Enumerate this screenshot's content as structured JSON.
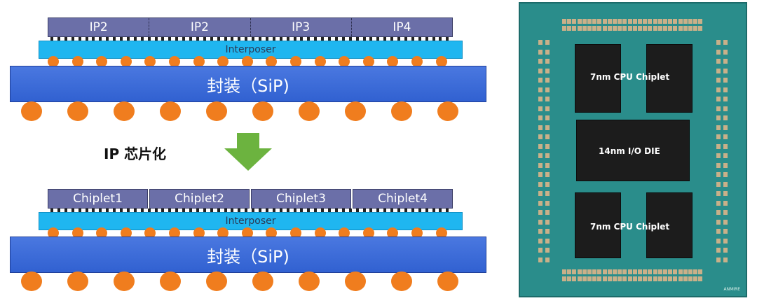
{
  "top_stack": {
    "ip_blocks": [
      "IP2",
      "IP2",
      "IP3",
      "IP4"
    ],
    "interposer_label": "Interposer",
    "package_label": "封装（SiP)"
  },
  "transformation": {
    "label": "IP 芯片化"
  },
  "bottom_stack": {
    "chiplets": [
      "Chiplet1",
      "Chiplet2",
      "Chiplet3",
      "Chiplet4"
    ],
    "interposer_label": "Interposer",
    "package_label": "封装（SiP)"
  },
  "chip_photo": {
    "die_labels": {
      "top_cpu": "7nm CPU Chiplet",
      "io_die": "14nm I/O DIE",
      "bottom_cpu": "7nm CPU Chiplet"
    },
    "corner_mark": "ANMIRE"
  },
  "colors": {
    "ip_block": "#6b6fa8",
    "interposer": "#1fb6f0",
    "package": "#3d6cd8",
    "bump": "#f07d1e",
    "arrow": "#6cb33f",
    "substrate": "#2a8d8b"
  }
}
